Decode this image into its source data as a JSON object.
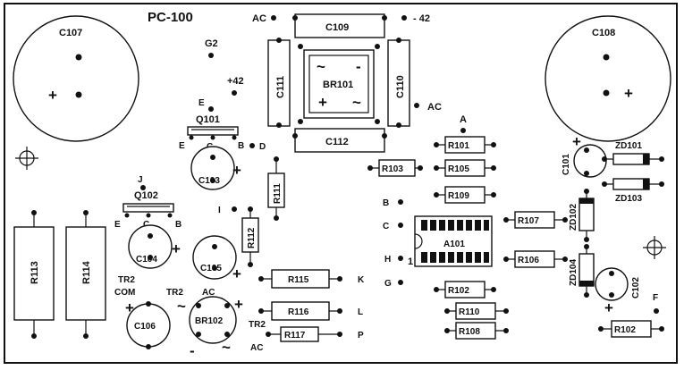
{
  "title": "PC-100",
  "components": {
    "capacitors": [
      "C107",
      "C108",
      "C109",
      "C110",
      "C111",
      "C112",
      "C101",
      "C102",
      "C103",
      "C104",
      "C105",
      "C106"
    ],
    "resistors": [
      "R101",
      "R102",
      "R103",
      "R105",
      "R106",
      "R107",
      "R108",
      "R109",
      "R110",
      "R111",
      "R112",
      "R113",
      "R114",
      "R115",
      "R116",
      "R117"
    ],
    "bridges": [
      "BR101",
      "BR102"
    ],
    "diodes": [
      "ZD101",
      "ZD102",
      "ZD103",
      "ZD104"
    ],
    "transistors": [
      "Q101",
      "Q102"
    ],
    "ic": "A101",
    "ic_pin1": "1"
  },
  "pins": {
    "E": "E",
    "C": "C",
    "B": "B",
    "D": "D",
    "J": "J",
    "G": "G",
    "G2": "G2",
    "A": "A",
    "H": "H",
    "F": "F",
    "K": "K",
    "L": "L",
    "P": "P",
    "I": "I",
    "AC": "AC",
    "plus42": "+42",
    "minus42": "- 42",
    "TR2": "TR2",
    "COM": "COM"
  },
  "symbols": {
    "plus": "+",
    "minus": "-",
    "ac": "~"
  }
}
